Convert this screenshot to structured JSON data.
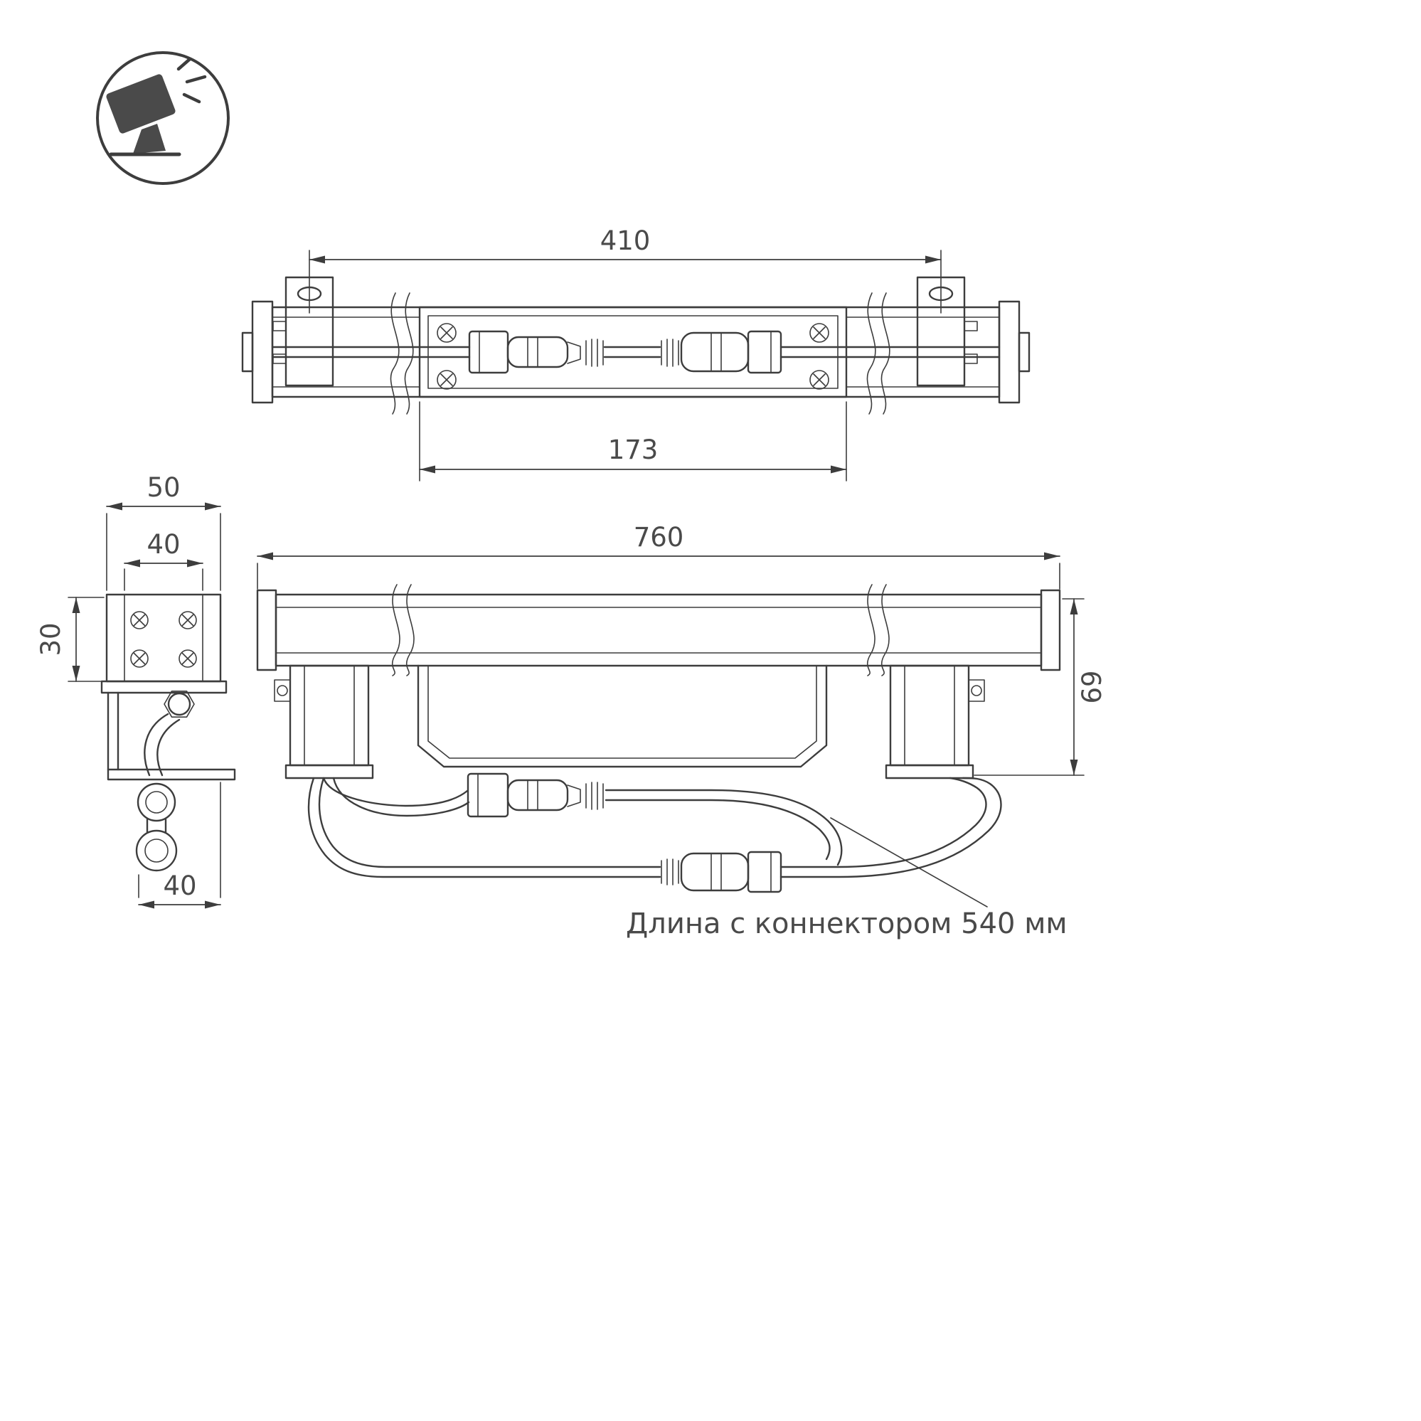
{
  "icon": {
    "name": "spotlight-fixture-icon"
  },
  "views": {
    "top": {
      "dim_overall": "410",
      "dim_channel": "173"
    },
    "side": {
      "dim_outer_width": "50",
      "dim_inner_width": "40",
      "dim_height": "30",
      "dim_bottom": "40"
    },
    "front": {
      "dim_length": "760",
      "dim_height": "69"
    }
  },
  "annotation": {
    "connector_note": "Длина с коннектором 540 мм"
  },
  "colors": {
    "line": "#3d3d3d",
    "text": "#4a4a4a",
    "background": "#ffffff"
  }
}
